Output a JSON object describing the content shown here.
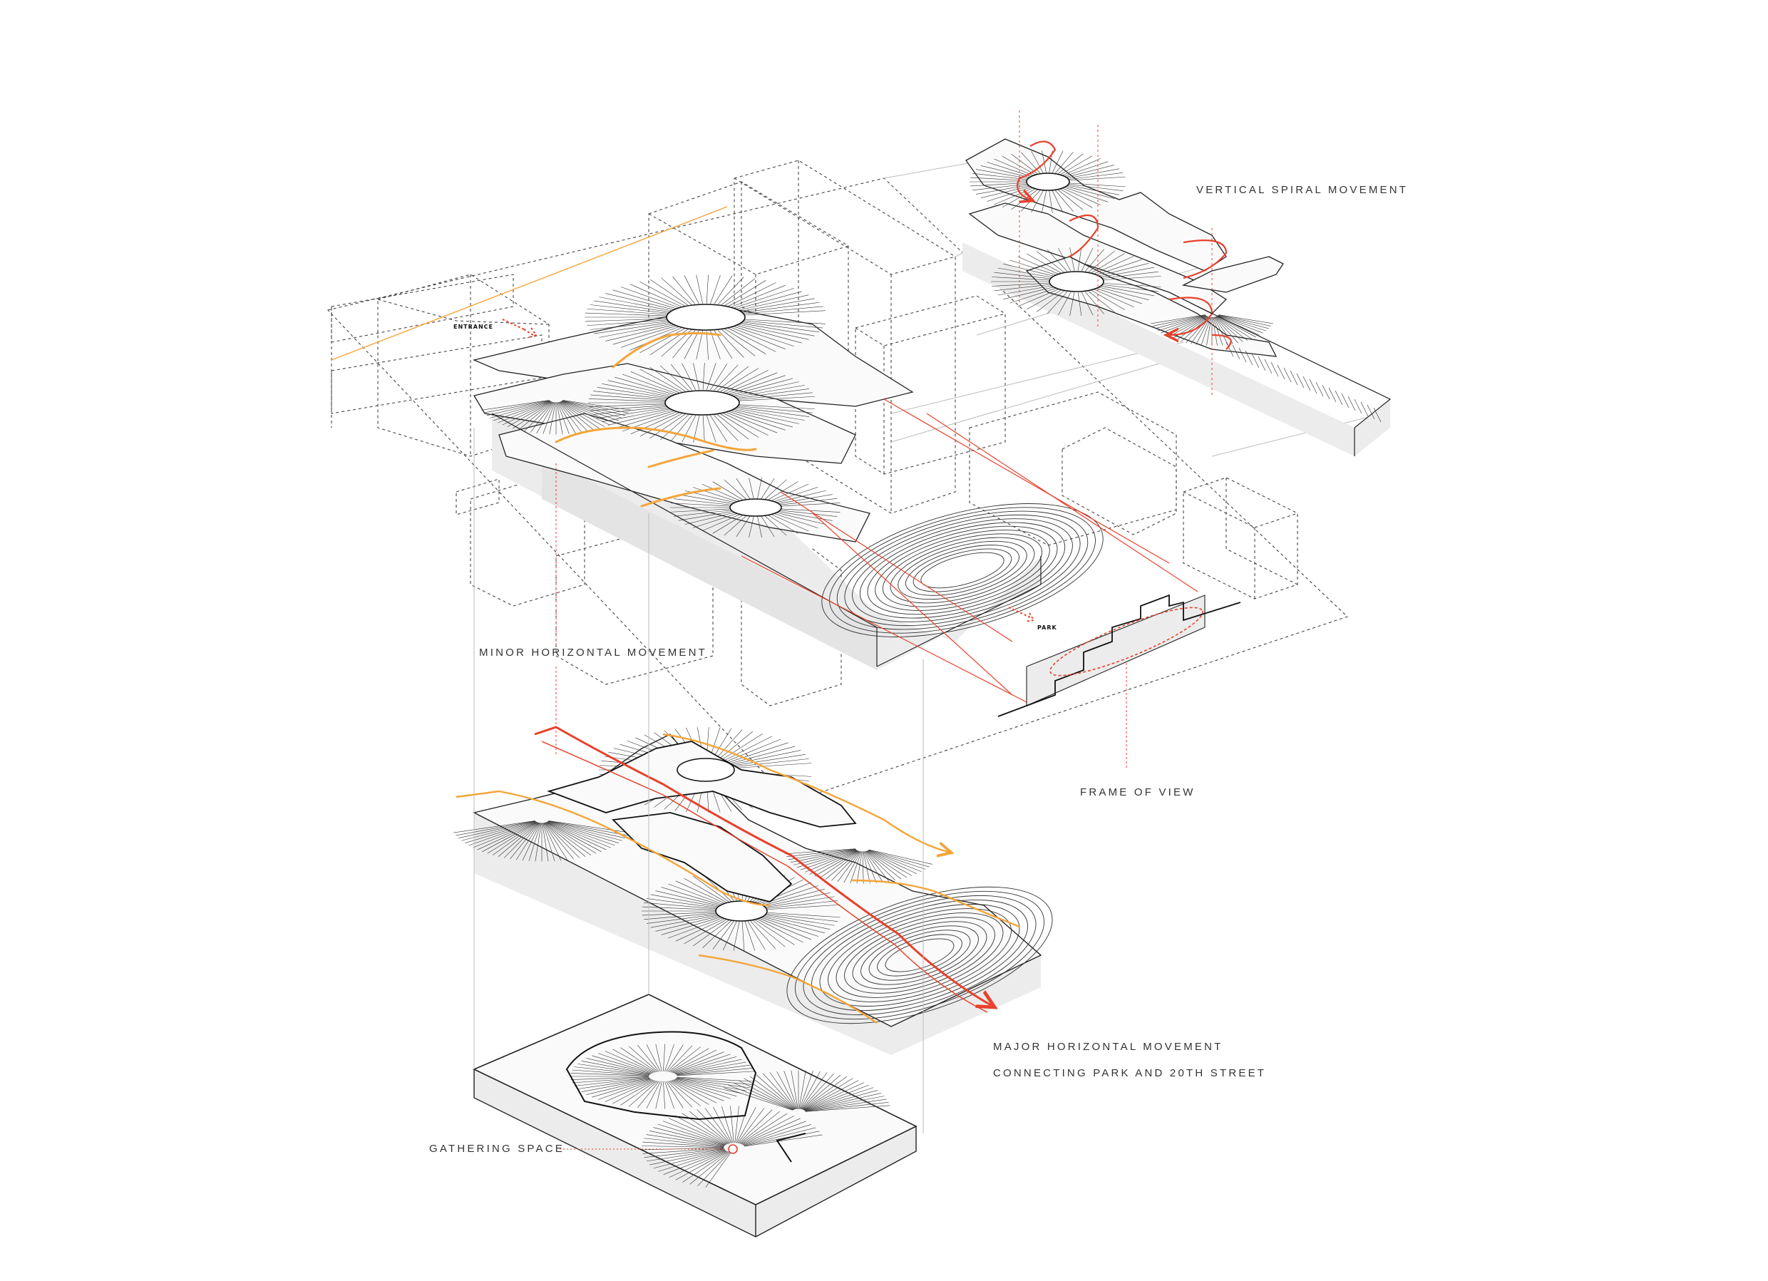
{
  "labels": {
    "entrance": "ENTRANCE",
    "park": "PARK",
    "vertical_spiral": "VERTICAL SPIRAL MOVEMENT",
    "minor_horizontal": "MINOR HORIZONTAL MOVEMENT",
    "frame_of_view": "FRAME OF VIEW",
    "major_horizontal_line1": "MAJOR HORIZONTAL MOVEMENT",
    "major_horizontal_line2": "CONNECTING PARK AND 20TH STREET",
    "gathering_space": "GATHERING SPACE"
  },
  "colors": {
    "line": "#2a2a2a",
    "dashed": "#444444",
    "red": "#e8412c",
    "orange": "#f4a53a",
    "shadow": "#e8e8e8",
    "leader": "#e8412c"
  }
}
